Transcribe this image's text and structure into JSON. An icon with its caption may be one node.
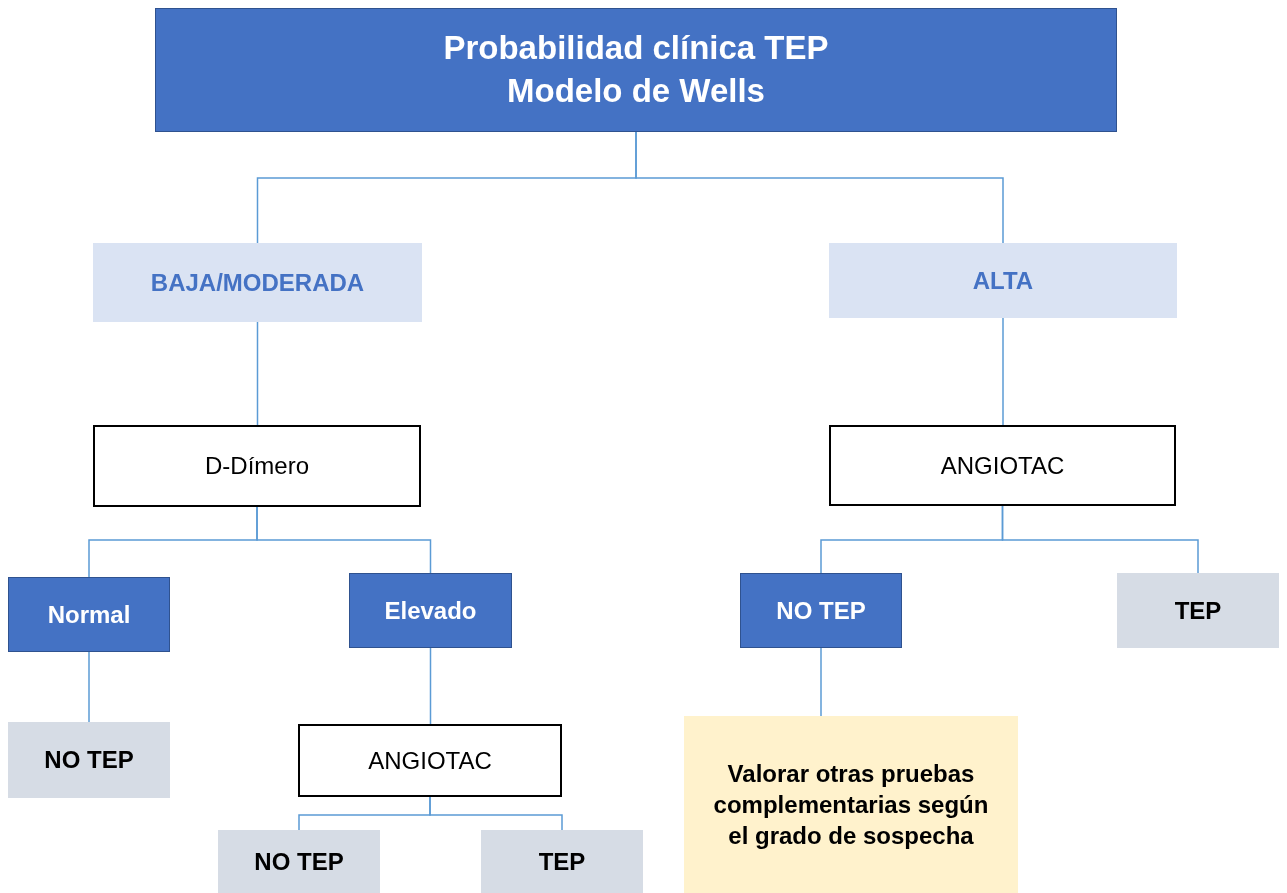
{
  "diagram": {
    "nodes": [
      {
        "text": [
          "Probabilidad clínica TEP Modelo de Wells"
        ]
      },
      {
        "text": [
          "BAJA/MODERADA"
        ]
      },
      {
        "text": [
          "ALTA"
        ]
      },
      {
        "text": [
          "D-Dímero"
        ]
      },
      {
        "text": [
          "ANGIOTAC"
        ]
      },
      {
        "text": [
          "Normal"
        ]
      },
      {
        "text": [
          "Elevado"
        ]
      },
      {
        "text": [
          "NO TEP"
        ]
      },
      {
        "text": [
          "TEP"
        ]
      },
      {
        "text": [
          "NO TEP"
        ]
      },
      {
        "text": [
          "ANGIOTAC"
        ]
      },
      {
        "text": [
          "Valorar otras pruebas complementarias según el grado de sospecha"
        ]
      },
      {
        "text": [
          "NO TEP"
        ]
      },
      {
        "text": [
          "TEP"
        ]
      }
    ],
    "edges": [
      {
        "from": 0,
        "to": 1,
        "arrow": "none"
      },
      {
        "from": 0,
        "to": 2,
        "arrow": "none"
      },
      {
        "from": 1,
        "to": 3,
        "arrow": "none"
      },
      {
        "from": 2,
        "to": 4,
        "arrow": "none"
      },
      {
        "from": 3,
        "to": 5,
        "arrow": "none"
      },
      {
        "from": 3,
        "to": 6,
        "arrow": "none"
      },
      {
        "from": 4,
        "to": 7,
        "arrow": "none"
      },
      {
        "from": 4,
        "to": 8,
        "arrow": "none"
      },
      {
        "from": 5,
        "to": 9,
        "arrow": "none"
      },
      {
        "from": 6,
        "to": 10,
        "arrow": "none"
      },
      {
        "from": 7,
        "to": 11,
        "arrow": "none"
      },
      {
        "from": 10,
        "to": 12,
        "arrow": "none"
      },
      {
        "from": 10,
        "to": 13,
        "arrow": "none"
      }
    ]
  }
}
